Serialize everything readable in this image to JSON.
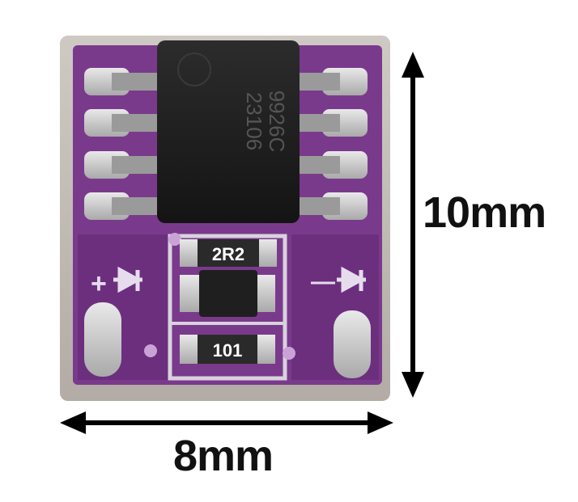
{
  "product": {
    "chip_marking_line1": "9926C",
    "chip_marking_line2": "23106",
    "resistor_marking_top": "2R2",
    "resistor_marking_bottom": "101",
    "silk_plus": "+",
    "silk_minus": "—"
  },
  "dimensions": {
    "height_label": "10mm",
    "width_label": "8mm"
  },
  "colors": {
    "pcb_purple": "#7a3a8c",
    "pad_silver": "#c9c9c9",
    "chip_black": "#1e1e1e",
    "arrow_black": "#000000"
  }
}
